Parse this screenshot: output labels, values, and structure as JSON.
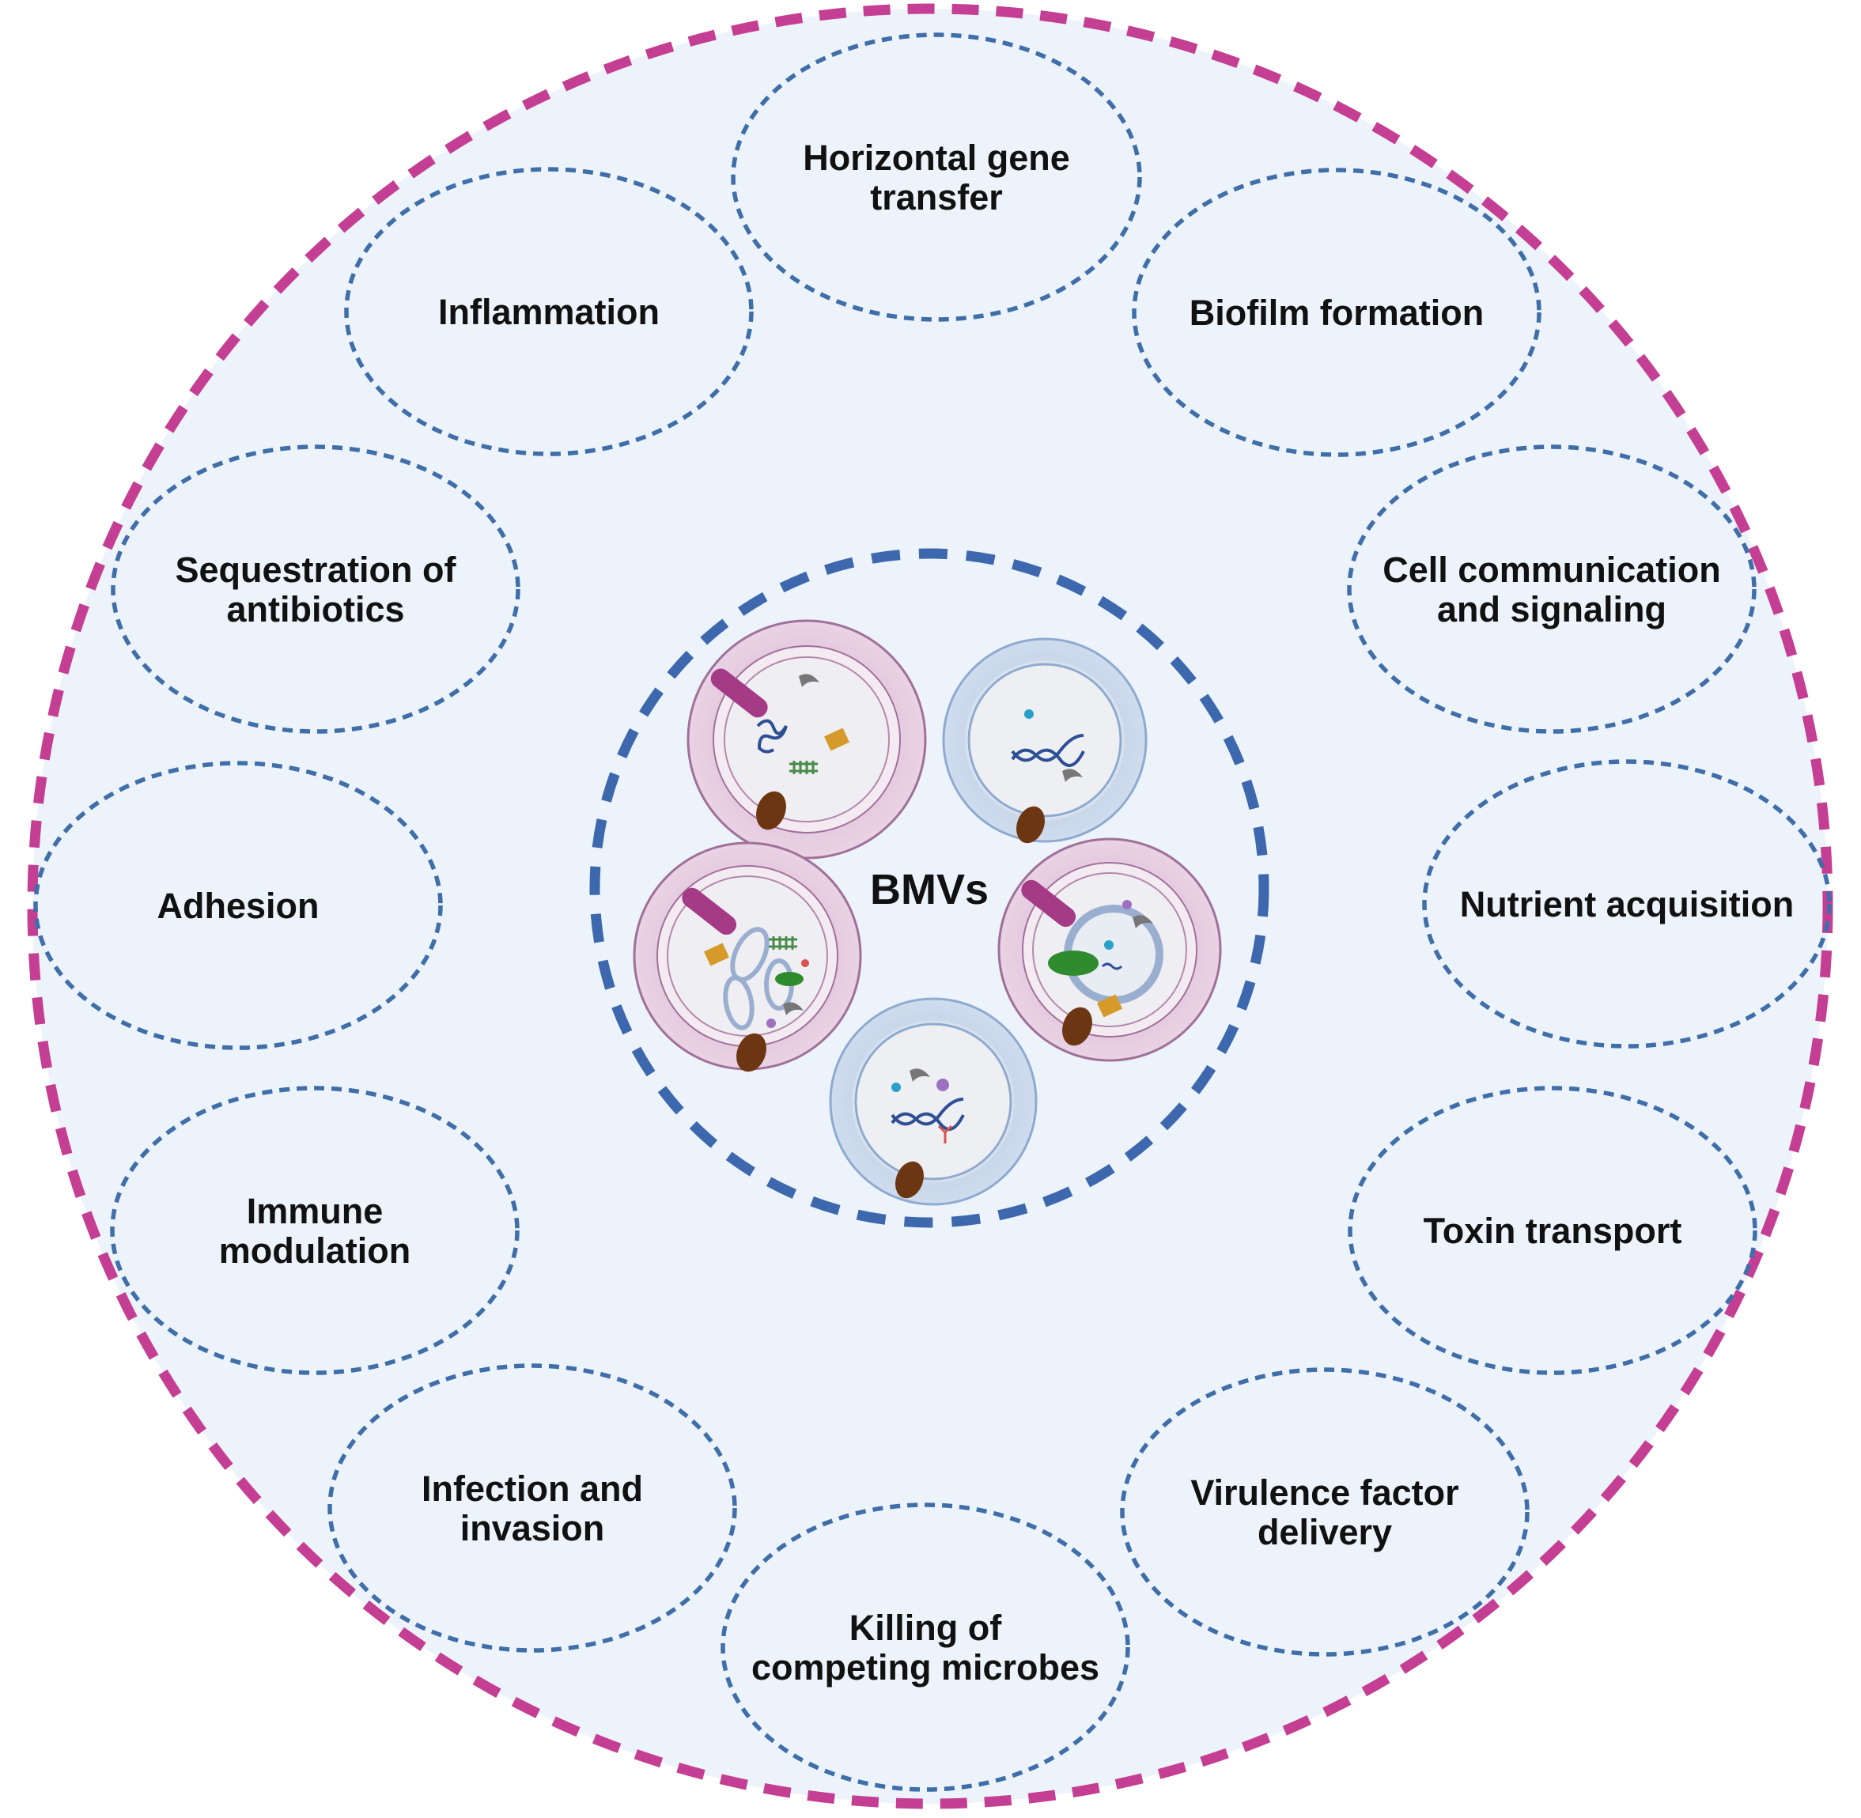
{
  "center_label": "BMVs",
  "functions": [
    {
      "id": "horizontal-gene-transfer",
      "lines": [
        "Horizontal gene",
        "transfer"
      ]
    },
    {
      "id": "inflammation",
      "lines": [
        "Inflammation"
      ]
    },
    {
      "id": "biofilm-formation",
      "lines": [
        "Biofilm formation"
      ]
    },
    {
      "id": "sequestration-of-antibiotics",
      "lines": [
        "Sequestration of",
        "antibiotics"
      ]
    },
    {
      "id": "cell-communication",
      "lines": [
        "Cell communication",
        "and signaling"
      ]
    },
    {
      "id": "adhesion",
      "lines": [
        "Adhesion"
      ]
    },
    {
      "id": "nutrient-acquisition",
      "lines": [
        "Nutrient acquisition"
      ]
    },
    {
      "id": "immune-modulation",
      "lines": [
        "Immune",
        "modulation"
      ]
    },
    {
      "id": "toxin-transport",
      "lines": [
        "Toxin transport"
      ]
    },
    {
      "id": "infection-and-invasion",
      "lines": [
        "Infection and",
        "invasion"
      ]
    },
    {
      "id": "virulence-factor-delivery",
      "lines": [
        "Virulence factor",
        "delivery"
      ]
    },
    {
      "id": "killing-of-competing-microbes",
      "lines": [
        "Killing of",
        "competing microbes"
      ]
    }
  ],
  "colors": {
    "outer_ring": "#c43f93",
    "background": "#edf3fb",
    "oval_stroke": "#3f6ea9",
    "inner_ring": "#3d68ad",
    "gram_negative_membrane": "#a0709a",
    "gram_positive_membrane": "#8eaad0"
  }
}
